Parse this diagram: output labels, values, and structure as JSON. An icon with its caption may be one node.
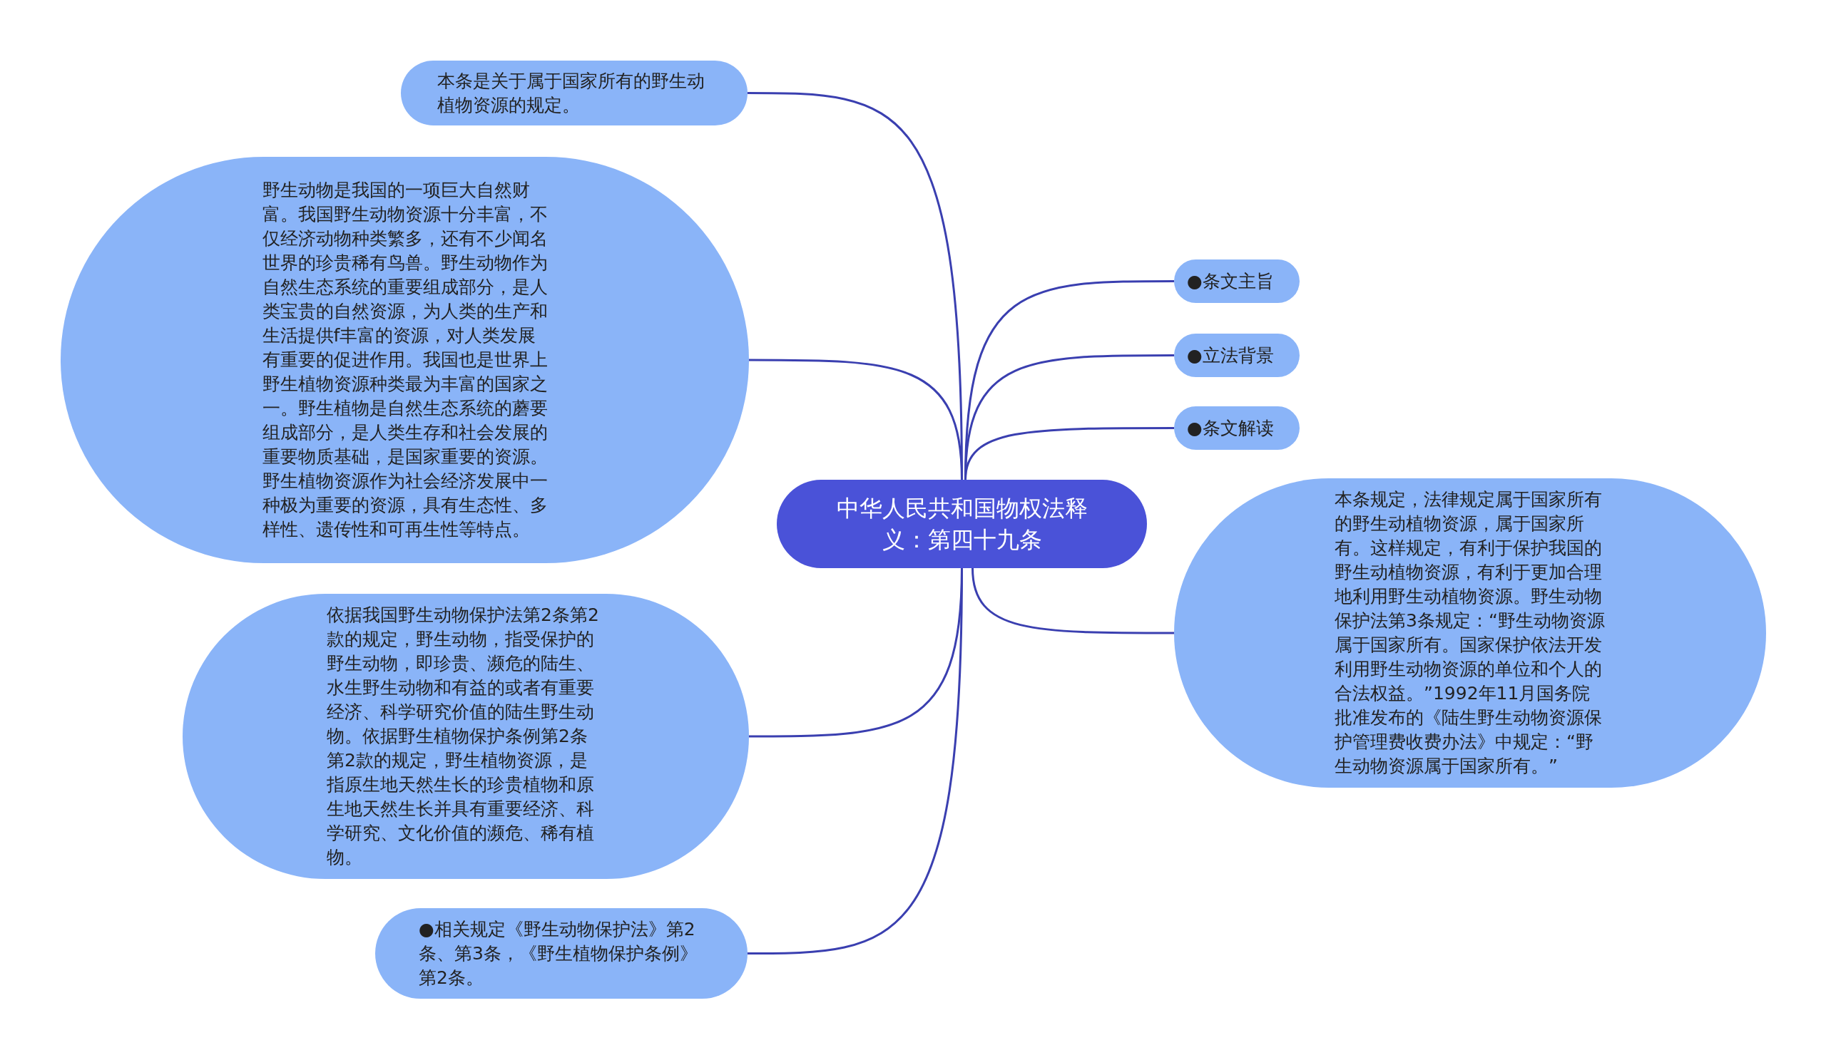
{
  "diagram": {
    "nodes": [
      {
        "text": [
          "中华人民共和国物权法释义：第四十九条"
        ]
      },
      {
        "text": [
          "本条是关于属于国家所有的野生动植物资源的规定。"
        ]
      },
      {
        "text": [
          "野生动物是我国的一项巨大自然财富。我国野生动物资源十分丰富，不仅经济动物种类繁多，还有不少闻名世界的珍贵稀有鸟兽。野生动物作为自然生态系统的重要组成部分，是人类宝贵的自然资源，为人类的生产和生活提供f丰富的资源，对人类发展有重要的促进作用。我国也是世界上野生植物资源种类最为丰富的国家之一。野生植物是自然生态系统的蘑要组成部分，是人类生存和社会发展的重要物质基础，是国家重要的资源。野生植物资源作为社会经济发展中一种极为重要的资源，具有生态性、多样性、遗传性和可再生性等特点。"
        ]
      },
      {
        "text": [
          "●条文主旨"
        ]
      },
      {
        "text": [
          "●立法背景"
        ]
      },
      {
        "text": [
          "●条文解读"
        ]
      },
      {
        "text": [
          "本条规定，法律规定属于国家所有的野生动植物资源，属于国家所有。这样规定，有利于保护我国的野生动植物资源，有利于更加合理地利用野生动植物资源。野生动物保护法第3条规定：“野生动物资源属于国家所有。国家保护依法开发利用野生动物资源的单位和个人的合法权益。”1992年11月国务院批准发布的《陆生野生动物资源保护管理费收费办法》中规定：“野生动物资源属于国家所有。”"
        ]
      },
      {
        "text": [
          "依据我国野生动物保护法第2条第2款的规定，野生动物，指受保护的野生动物，即珍贵、濒危的陆生、水生野生动物和有益的或者有重要经济、科学研究价值的陆生野生动物。依据野生植物保护条例第2条第2款的规定，野生植物资源，是指原生地天然生长的珍贵植物和原生地天然生长并具有重要经济、科学研究、文化价值的濒危、稀有植物。"
        ]
      },
      {
        "text": [
          "●相关规定《野生动物保护法》第2条、第3条，《野生植物保护条例》第2条。"
        ]
      }
    ],
    "edges": [
      {
        "from": 0,
        "to": 1,
        "arrow": "none"
      },
      {
        "from": 0,
        "to": 2,
        "arrow": "none"
      },
      {
        "from": 0,
        "to": 3,
        "arrow": "none"
      },
      {
        "from": 0,
        "to": 4,
        "arrow": "none"
      },
      {
        "from": 0,
        "to": 5,
        "arrow": "none"
      },
      {
        "from": 0,
        "to": 6,
        "arrow": "none"
      },
      {
        "from": 0,
        "to": 7,
        "arrow": "none"
      },
      {
        "from": 0,
        "to": 8,
        "arrow": "none"
      }
    ]
  }
}
